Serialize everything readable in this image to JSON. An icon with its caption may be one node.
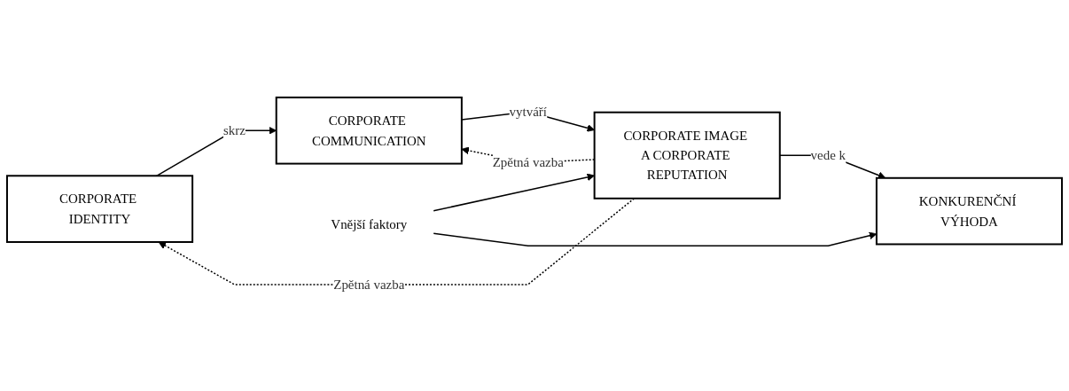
{
  "diagram": {
    "nodes": [
      {
        "text": [
          "CORPORATE IDENTITY"
        ]
      },
      {
        "text": [
          "CORPORATE COMMUNICATION"
        ]
      },
      {
        "text": [
          "CORPORATE IMAGE A CORPORATE REPUTATION"
        ]
      },
      {
        "text": [
          "KONKURENČNÍ VÝHODA"
        ]
      },
      {
        "text": [
          "Vnější faktory"
        ]
      }
    ],
    "edges": [
      {
        "from": 0,
        "to": 1,
        "arrow": "to",
        "label": "skrz"
      },
      {
        "from": 1,
        "to": 2,
        "arrow": "to",
        "label": "vytváří"
      },
      {
        "from": 2,
        "to": 3,
        "arrow": "to",
        "label": "vede k"
      },
      {
        "from": 4,
        "to": 2,
        "arrow": "to"
      },
      {
        "from": 4,
        "to": 3,
        "arrow": "to"
      },
      {
        "from": 2,
        "to": 1,
        "arrow": "to",
        "label": "Zpětná vazba",
        "style": "dashed"
      },
      {
        "from": 2,
        "to": 0,
        "arrow": "to",
        "label": "Zpětná vazba",
        "style": "dashed"
      }
    ]
  }
}
